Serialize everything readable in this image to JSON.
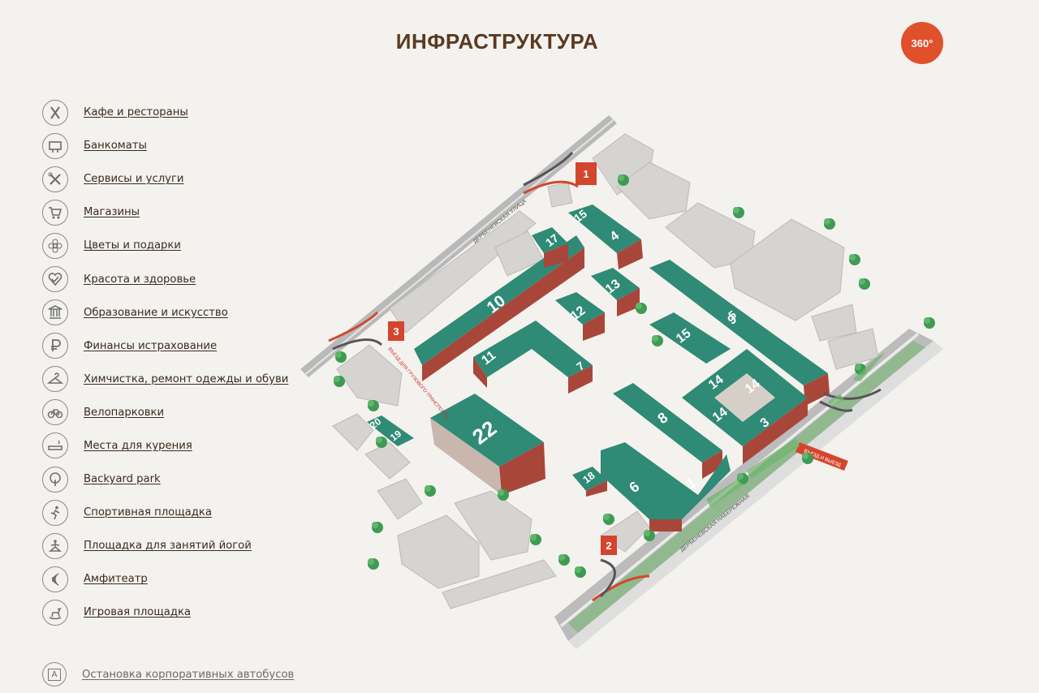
{
  "header": {
    "title": "ИНФРАСТРУКТУРА",
    "pano_label": "360°"
  },
  "legend": [
    {
      "label": "Кафе и рестораны",
      "icon": "cutlery-icon"
    },
    {
      "label": "Банкоматы",
      "icon": "atm-icon"
    },
    {
      "label": "Сервисы и услуги",
      "icon": "tools-icon"
    },
    {
      "label": "Магазины",
      "icon": "cart-icon"
    },
    {
      "label": "Цветы и подарки",
      "icon": "flower-icon"
    },
    {
      "label": "Красота и здоровье",
      "icon": "heart-icon"
    },
    {
      "label": "Образование и искусство",
      "icon": "museum-icon"
    },
    {
      "label": "Финансы истрахование",
      "icon": "ruble-icon"
    },
    {
      "label": "Химчистка, ремонт одежды и обуви",
      "icon": "hanger-icon"
    },
    {
      "label": "Велопарковки",
      "icon": "bicycle-icon"
    },
    {
      "label": "Места для курения",
      "icon": "cigarette-icon"
    },
    {
      "label": "Backyard park",
      "icon": "tree-icon"
    },
    {
      "label": "Спортивная площадка",
      "icon": "runner-icon"
    },
    {
      "label": "Площадка для занятий йогой",
      "icon": "yoga-icon"
    },
    {
      "label": "Амфитеатр",
      "icon": "amphitheater-icon"
    },
    {
      "label": "Игровая площадка",
      "icon": "rocking-horse-icon"
    }
  ],
  "bus_stop": {
    "label": "Остановка корпоративных автобусов",
    "icon_letter": "A"
  },
  "map": {
    "street_left": "ДЕРБЕНЕВСКАЯ УЛИЦА",
    "street_bottom": "ДЕРБЕНЕВСКАЯ НАБЕРЕЖНАЯ",
    "entrance_note": "ВЪЕЗД ДЛЯ ГРУЗОВОГО ТРАНСПОРТА",
    "exit_note": "ВЪЕЗД И ВЫЕЗД",
    "gates": [
      "1",
      "2",
      "3"
    ],
    "buildings": [
      "10",
      "11",
      "12",
      "13",
      "14",
      "14",
      "14",
      "15",
      "15",
      "17",
      "3",
      "4",
      "5",
      "6",
      "7",
      "8",
      "9",
      "18",
      "19",
      "20",
      "22",
      "1"
    ],
    "colors": {
      "roof": "#2f8a76",
      "brick": "#a9463a",
      "gate": "#d4452e",
      "grey": "#d5d3d0"
    }
  }
}
